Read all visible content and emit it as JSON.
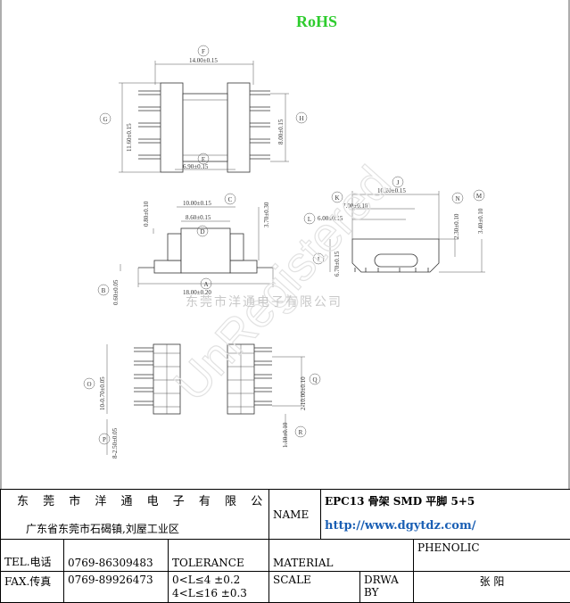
{
  "header": {
    "rohs_label": "RoHS"
  },
  "watermark": {
    "company_cn": "东莞市洋通电子有限公司",
    "reg_text": "UnRegistered"
  },
  "dimensions": {
    "top_view": {
      "F": "14.00±0.15",
      "G": "11.60±0.15",
      "H": "8.00±0.15",
      "E": "6.90±0.15"
    },
    "front_view": {
      "C": "10.00±0.15",
      "D": "8.60±0.15",
      "A": "18.00±0.20",
      "B": "0.60±0.05",
      "left_v": "0.80±0.10",
      "right_v": "3.70±0.30"
    },
    "side_view": {
      "J": "10.20±0.15",
      "K": "7.00±0.10",
      "L": "6.00±0.15",
      "N": "2.30±0.10",
      "M": "3.40±0.10",
      "I": "6.70±0.15"
    },
    "bottom_view": {
      "O": "10-0.70±0.05",
      "P": "8-2.50±0.05",
      "Q": "2-10.00±0.10",
      "R": "1.10±0.10"
    }
  },
  "title_block": {
    "company": "东 莞 市 洋 通 电 子 有 限 公 司",
    "address": "广东省东莞市石碣镇,刘屋工业区",
    "name_label": "NAME",
    "product": "EPC13 骨架 SMD 平脚 5+5",
    "url": "http://www.dgytdz.com/",
    "tel_label": "TEL.电话",
    "tel": "0769-86309483",
    "fax_label": "FAX.传真",
    "fax": "0769-89926473",
    "tolerance_label": "TOLERANCE",
    "tol1": "0<L≤4   ±0.2",
    "tol2": "4<L≤16  ±0.3",
    "material_label": "MATERIAL",
    "material": "PHENOLIC",
    "scale_label": "SCALE",
    "drawn_label": "DRWA BY",
    "drawn_by": "张 阳"
  }
}
